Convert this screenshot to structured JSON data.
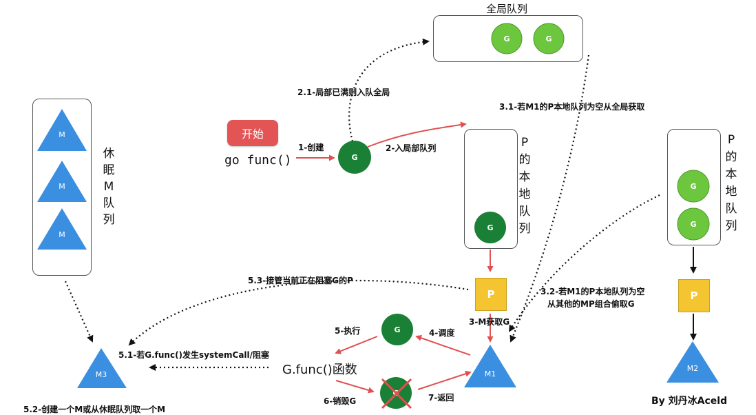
{
  "global_queue": {
    "title": "全局队列",
    "g_labels": [
      "G",
      "G"
    ]
  },
  "sleep_queue": {
    "m_labels": [
      "M",
      "M",
      "M"
    ],
    "title_chars": [
      "休",
      "眠",
      "M",
      "队",
      "列"
    ]
  },
  "p_local_1": {
    "title_chars": [
      "P",
      "的",
      "本",
      "地",
      "队",
      "列"
    ],
    "g_label": "G"
  },
  "p_local_2": {
    "title_chars": [
      "P",
      "的",
      "本",
      "地",
      "队",
      "列"
    ],
    "g_labels": [
      "G",
      "G"
    ]
  },
  "start_button": "开始",
  "go_func": "go func()",
  "new_g": "G",
  "exec_g": "G",
  "destroyed_g": "G",
  "g_func": "G.func()函数",
  "p1": "P",
  "p2": "P",
  "m1": "M1",
  "m2": "M2",
  "m3": "M3",
  "labels": {
    "step_1": "1-创建",
    "step_2": "2-入局部队列",
    "step_2_1": "2.1-局部已满则入队全局",
    "step_3": "3-M获取G",
    "step_3_1": "3.1-若M1的P本地队列为空从全局获取",
    "step_3_2_line1": "3.2-若M1的P本地队列为空",
    "step_3_2_line2": "从其他的MP组合偷取G",
    "step_4": "4-调度",
    "step_5": "5-执行",
    "step_5_1": "5.1-若G.func()发生systemCall/阻塞",
    "step_5_2": "5.2-创建一个M或从休眠队列取一个M",
    "step_5_3": "5.3-接管当前正在阻塞G的P",
    "step_6": "6-销毁G",
    "step_7": "7-返回"
  },
  "byline": "By 刘丹冰Aceld",
  "colors": {
    "m_triangle": "#3a8fe0",
    "g_light": "#6cc63e",
    "g_dark": "#1a8035",
    "p_yellow": "#f4c530",
    "start_red": "#e35454",
    "arrow_red": "#e05050"
  }
}
